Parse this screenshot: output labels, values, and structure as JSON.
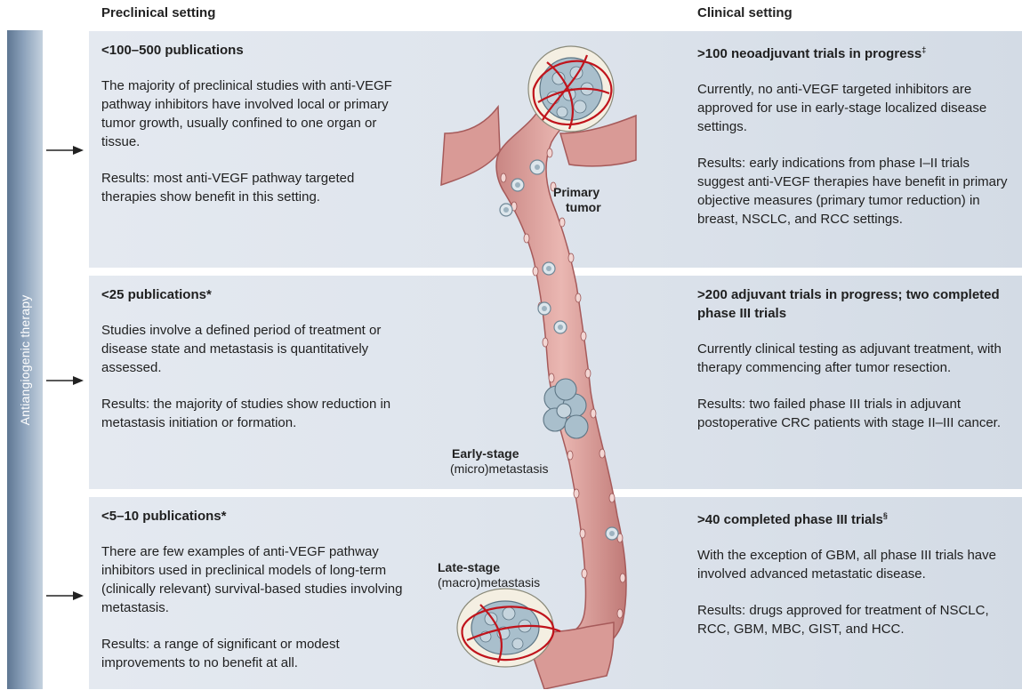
{
  "headers": {
    "preclinical": "Preclinical setting",
    "clinical": "Clinical setting"
  },
  "side_label": "Antiangiogenic therapy",
  "rows": [
    {
      "pre_head": "<100–500 publications",
      "pre_p1": "The majority of preclinical studies with anti-VEGF pathway inhibitors have involved local or primary tumor growth, usually confined to one organ or tissue.",
      "pre_p2": "Results: most anti-VEGF pathway targeted therapies show benefit in this setting.",
      "cli_head": ">100 neoadjuvant trials in progress",
      "cli_mark": "‡",
      "cli_p1": "Currently, no anti-VEGF targeted inhibitors are approved for use in early-stage localized disease settings.",
      "cli_p2": "Results: early indications from phase I–II trials suggest anti-VEGF therapies have benefit in primary objective measures (primary tumor reduction) in breast, NSCLC, and RCC settings."
    },
    {
      "pre_head": "<25 publications*",
      "pre_p1": "Studies involve a defined period of treatment or disease state and metastasis is quantitatively assessed.",
      "pre_p2": "Results: the majority of studies show reduction in metastasis initiation or formation.",
      "cli_head": ">200 adjuvant trials in progress; two completed phase III trials",
      "cli_mark": "",
      "cli_p1": "Currently clinical testing as adjuvant treatment, with therapy commencing after tumor resection.",
      "cli_p2": "Results: two failed phase III trials in adjuvant postoperative CRC patients with stage II–III cancer."
    },
    {
      "pre_head": "<5–10 publications*",
      "pre_p1": "There are few examples of anti-VEGF pathway inhibitors used in preclinical models of long-term (clinically relevant) survival-based studies involving metastasis.",
      "pre_p2": "Results: a range of significant or modest improvements to no benefit at all.",
      "cli_head": ">40 completed phase III trials",
      "cli_mark": "§",
      "cli_p1": "With the exception of GBM, all phase III trials have involved advanced metastatic disease.",
      "cli_p2": "Results: drugs approved for treatment of NSCLC, RCC, GBM, MBC, GIST, and HCC."
    }
  ],
  "vessel_labels": {
    "primary_1": "Primary",
    "primary_2": "tumor",
    "early_1": "Early-stage",
    "early_2": "(micro)metastasis",
    "late_1": "Late-stage",
    "late_2": "(macro)metastasis"
  },
  "colors": {
    "band": "#dfe5ed",
    "side_bar": "#6f87a3",
    "vessel": "#e3aaa6",
    "vessel_edge": "#a65a5a",
    "tumor_cell": "#a9bfcc",
    "inhibitor_ring": "#c0141c"
  }
}
